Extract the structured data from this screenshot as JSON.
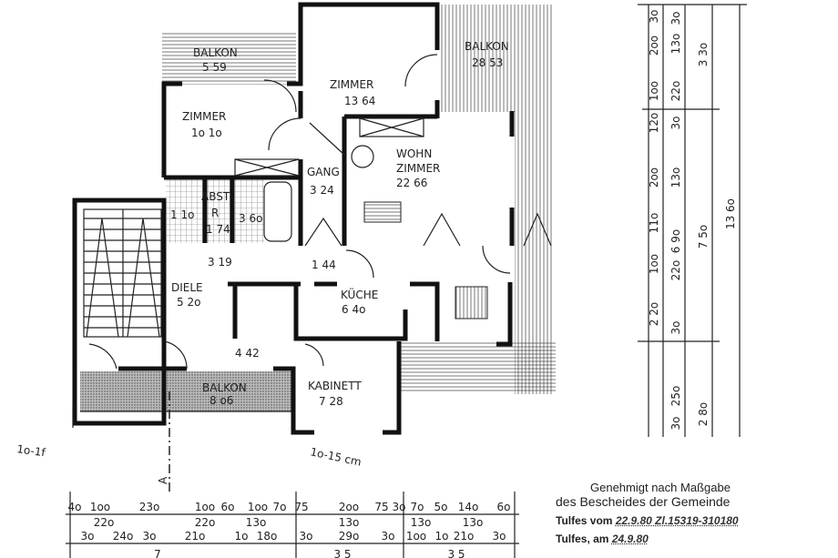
{
  "rooms": {
    "balkon_nw": {
      "name": "BALKON",
      "area": "5 59"
    },
    "balkon_ne": {
      "name": "BALKON",
      "area": "28 53"
    },
    "zimmer_1": {
      "name": "ZIMMER",
      "area": "1o 1o"
    },
    "zimmer_2": {
      "name": "ZIMMER",
      "area": "13 64"
    },
    "gang": {
      "name": "GANG",
      "area": "3 24"
    },
    "wohnzimmer": {
      "name1": "WOHN",
      "name2": "ZIMMER",
      "area": "22 66"
    },
    "wc": {
      "area": "1 1o"
    },
    "abst": {
      "name": "ABST",
      "sub": "R",
      "area": "1 74"
    },
    "bad": {
      "area": "3 6o"
    },
    "flur": {
      "area": "3 19"
    },
    "vorraum": {
      "area": "1 44"
    },
    "diele": {
      "name": "DIELE",
      "area": "5 2o"
    },
    "kueche": {
      "name": "KÜCHE",
      "area": "6 4o"
    },
    "essplatz": {
      "area": "4 42"
    },
    "balkon_s": {
      "name": "BALKON",
      "area": "8 o6"
    },
    "kabinett": {
      "name": "KABINETT",
      "area": "7 28"
    }
  },
  "section_marker": "A",
  "handnotes": {
    "left": "1o-1f",
    "center": "1o-15 cm"
  },
  "dims_right": {
    "col_a": [
      "3o",
      "2oo",
      "1oo",
      "12o",
      "2oo",
      "11o",
      "1oo",
      "2 2o"
    ],
    "col_b": [
      "3o",
      "13o",
      "22o",
      "3o",
      "13o",
      "6 9o",
      "22o",
      "3o",
      "25o",
      "3o"
    ],
    "col_c": [
      "3 3o",
      "7 5o",
      "2 8o"
    ],
    "col_d": [
      "13 6o"
    ]
  },
  "dims_bottom": {
    "row1": [
      "4o",
      "1oo",
      "23o",
      "1oo",
      "6o",
      "1oo",
      "7o",
      "75",
      "2oo",
      "75",
      "3o",
      "7o",
      "5o",
      "14o",
      "6o"
    ],
    "row1b": [
      "22o",
      "22o",
      "13o",
      "13o",
      "13o",
      "13o"
    ],
    "row2": [
      "3o",
      "24o",
      "3o",
      "21o",
      "1o",
      "18o",
      "3o",
      "29o",
      "3o",
      "1oo",
      "1o",
      "21o",
      "3o"
    ],
    "row3": [
      "7",
      "3 5",
      "3 5"
    ]
  },
  "stamp": {
    "line1": "Genehmigt nach Maßgabe",
    "line2": "des Bescheides der Gemeinde",
    "line3_prefix": "Tulfes vom",
    "line3_value": "22.9.80 Zl.15319-310180",
    "line4_prefix": "Tulfes, am",
    "line4_value": "24.9.80"
  }
}
